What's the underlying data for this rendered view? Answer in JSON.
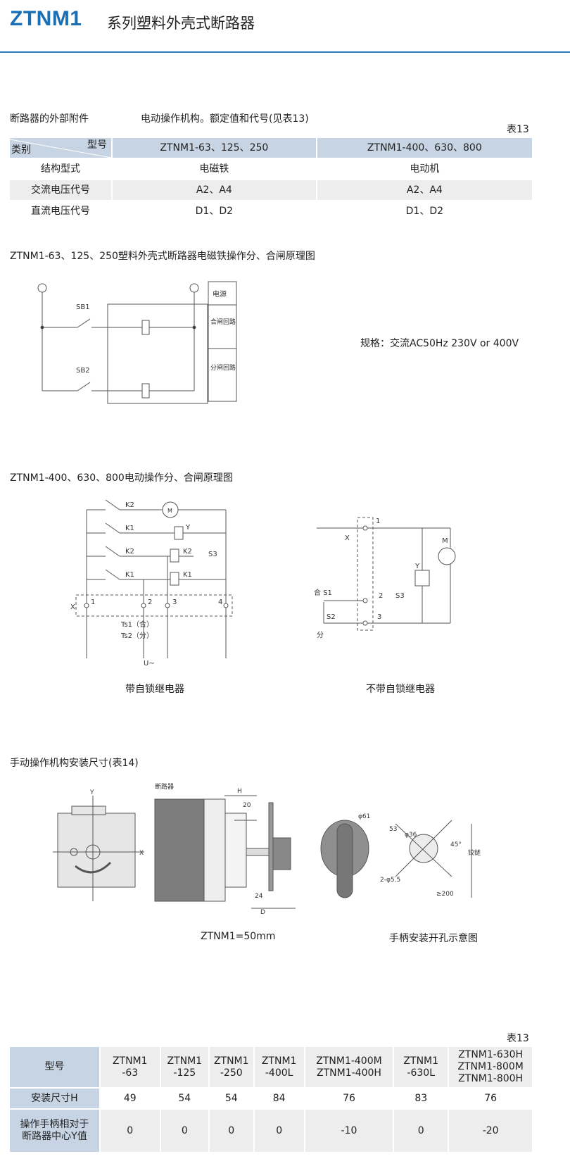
{
  "header": {
    "brand": "ZTNM1",
    "subtitle": "系列塑料外壳式断路器"
  },
  "section1": {
    "label": "断路器的外部附件",
    "desc": "电动操作机构。额定值和代号(见表13)",
    "table_caption": "表13"
  },
  "table13": {
    "corner_row": "类别",
    "corner_col": "型号",
    "columns": [
      "ZTNM1-63、125、250",
      "ZTNM1-400、630、800"
    ],
    "rows": [
      {
        "label": "结构型式",
        "values": [
          "电磁铁",
          "电动机"
        ]
      },
      {
        "label": "交流电压代号",
        "values": [
          "A2、A4",
          "A2、A4"
        ]
      },
      {
        "label": "直流电压代号",
        "values": [
          "D1、D2",
          "D1、D2"
        ]
      }
    ]
  },
  "section2": {
    "title": "ZTNM1-63、125、250塑料外壳式断路器电磁铁操作分、合闸原理图",
    "spec": "规格：交流AC50Hz 230V or 400V",
    "diagram": {
      "sb1": "SB1",
      "sb2": "SB2",
      "legend": [
        "电源",
        "合闸回路",
        "分闸回路"
      ]
    }
  },
  "section3": {
    "title": "ZTNM1-400、630、800电动操作分、合闸原理图",
    "left_caption": "带自锁继电器",
    "right_caption": "不带自锁继电器",
    "left": {
      "k2": "K2",
      "k1": "K1",
      "m": "M",
      "y": "Y",
      "s3": "S3",
      "x": "X",
      "t1": "1",
      "t2": "2",
      "t3": "3",
      "t4": "4",
      "ts1": "Ts1（合）",
      "ts2": "Ts2（分）",
      "u": "U~"
    },
    "right": {
      "x": "X",
      "n1": "1",
      "n2": "2",
      "n3": "3",
      "s1": "合 S1",
      "s2": "S2",
      "fen": "分",
      "s3": "S3",
      "y": "Y",
      "m": "M"
    }
  },
  "section4": {
    "title": "手动操作机构安装尺寸(表14)",
    "left_caption": "ZTNM1=50mm",
    "right_caption": "手柄安装开孔示意图",
    "dims": {
      "breaker": "断路器",
      "h": "H",
      "d20": "20",
      "d24": "24",
      "d": "D",
      "x": "X",
      "y": "Y",
      "phi61": "φ61",
      "d53": "53",
      "phi36": "φ36",
      "a45": "45°",
      "hinge": "铰链",
      "holes": "2-φ5.5",
      "min200": "≥200"
    }
  },
  "table14": {
    "caption": "表13",
    "header_label": "型号",
    "models": [
      [
        "ZTNM1",
        "-63"
      ],
      [
        "ZTNM1",
        "-125"
      ],
      [
        "ZTNM1",
        "-250"
      ],
      [
        "ZTNM1",
        "-400L"
      ],
      [
        "ZTNM1-400M",
        "ZTNM1-400H"
      ],
      [
        "ZTNM1",
        "-630L"
      ],
      [
        "ZTNM1-630H",
        "ZTNM1-800M",
        "ZTNM1-800H"
      ]
    ],
    "row_h_label": "安装尺寸H",
    "h_values": [
      "49",
      "54",
      "54",
      "84",
      "76",
      "83",
      "76"
    ],
    "row_y_label": [
      "操作手柄相对于",
      "断路器中心Y值"
    ],
    "y_values": [
      "0",
      "0",
      "0",
      "0",
      "-10",
      "0",
      "-20"
    ]
  }
}
